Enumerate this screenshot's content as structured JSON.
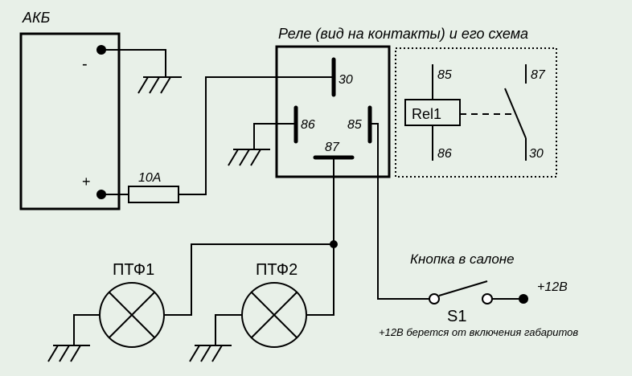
{
  "diagram": {
    "battery_label": "АКБ",
    "battery_minus": "-",
    "battery_plus": "+",
    "fuse_label": "10A",
    "relay_title": "Реле (вид на контакты) и его схема",
    "relay_pins": {
      "p30": "30",
      "p86": "86",
      "p85": "85",
      "p87": "87"
    },
    "schematic": {
      "p85": "85",
      "p86": "86",
      "p87": "87",
      "p30": "30",
      "coil_label": "Rel1"
    },
    "lamp1_label": "ПТФ1",
    "lamp2_label": "ПТФ2",
    "button_caption": "Кнопка в салоне",
    "switch_label": "S1",
    "supply_label": "+12В",
    "supply_note": "+12В берется от включения габаритов"
  }
}
